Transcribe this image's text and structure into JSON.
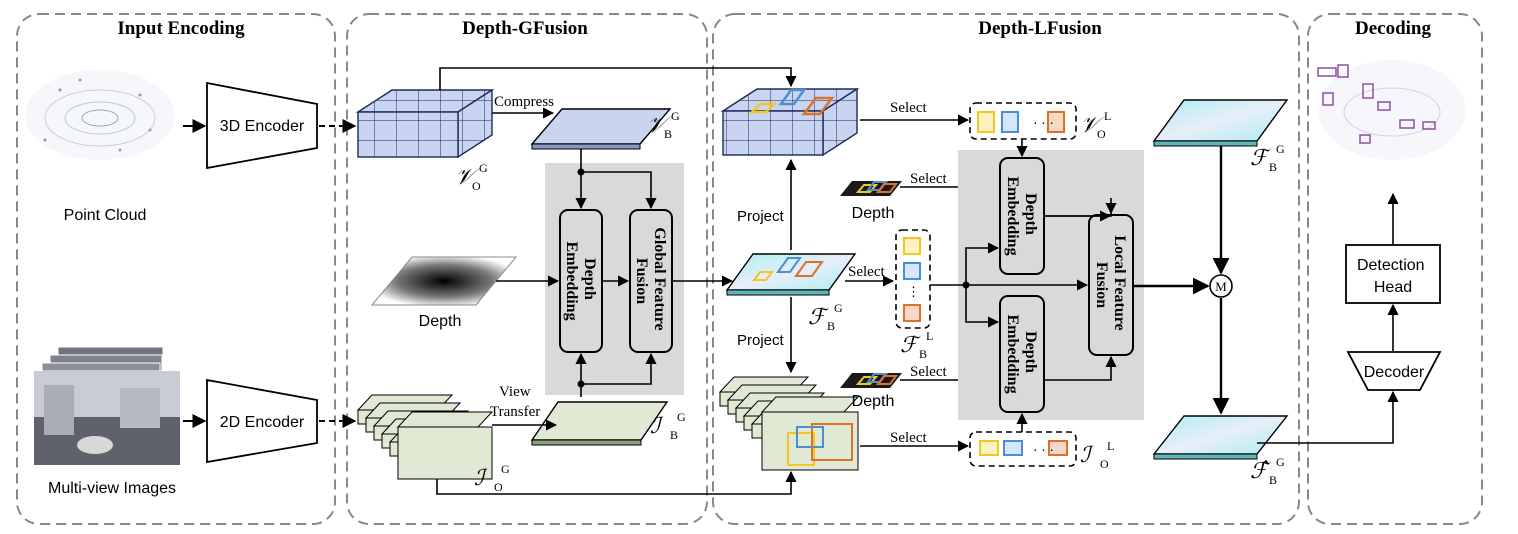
{
  "sections": {
    "input_encoding": "Input Encoding",
    "depth_gfusion": "Depth-GFusion",
    "depth_lfusion": "Depth-LFusion",
    "decoding": "Decoding"
  },
  "labels": {
    "point_cloud": "Point Cloud",
    "multi_view_images": "Multi-view Images",
    "encoder_3d": "3D Encoder",
    "encoder_2d": "2D Encoder",
    "compress": "Compress",
    "view": "View",
    "transfer": "Transfer",
    "depth": "Depth",
    "depth_embedding_line1": "Depth",
    "depth_embedding_line2": "Embedding",
    "global_fusion_line1": "Global Feature",
    "global_fusion_line2": "Fusion",
    "local_fusion_line1": "Local Feature",
    "local_fusion_line2": "Fusion",
    "select": "Select",
    "project": "Project",
    "merge": "M",
    "detection_head_line1": "Detection",
    "detection_head_line2": "Head",
    "decoder": "Decoder"
  },
  "symbols": {
    "v_o_g": {
      "base": "𝒱",
      "sub": "O",
      "sup": "G"
    },
    "v_b_g": {
      "base": "𝒱",
      "sub": "B",
      "sup": "G"
    },
    "v_o_l": {
      "base": "𝒱",
      "sub": "O",
      "sup": "L"
    },
    "i_b_g": {
      "base": "ℐ",
      "sub": "B",
      "sup": "G"
    },
    "i_o_g": {
      "base": "ℐ",
      "sub": "O",
      "sup": "G"
    },
    "i_o_l": {
      "base": "ℐ",
      "sub": "O",
      "sup": "L"
    },
    "f_b_g": {
      "base": "ℱ",
      "sub": "B",
      "sup": "G"
    },
    "f_b_l": {
      "base": "ℱ",
      "sub": "B",
      "sup": "L"
    },
    "f_b_g_out": {
      "base": "ℱ",
      "sub": "B",
      "sup": "G"
    },
    "f_b_g_hat": {
      "base": "ℱ̂",
      "sub": "B",
      "sup": "G"
    }
  },
  "colors": {
    "grid_blue": "#c9d4f0",
    "bev_green": "#dfe9d4",
    "bev_cyan": "#c6f1f3",
    "fusion_gray": "#d9d9d9",
    "box_yellow": "#f3c623",
    "box_blue": "#4a8fd6",
    "box_orange": "#d9722e"
  }
}
